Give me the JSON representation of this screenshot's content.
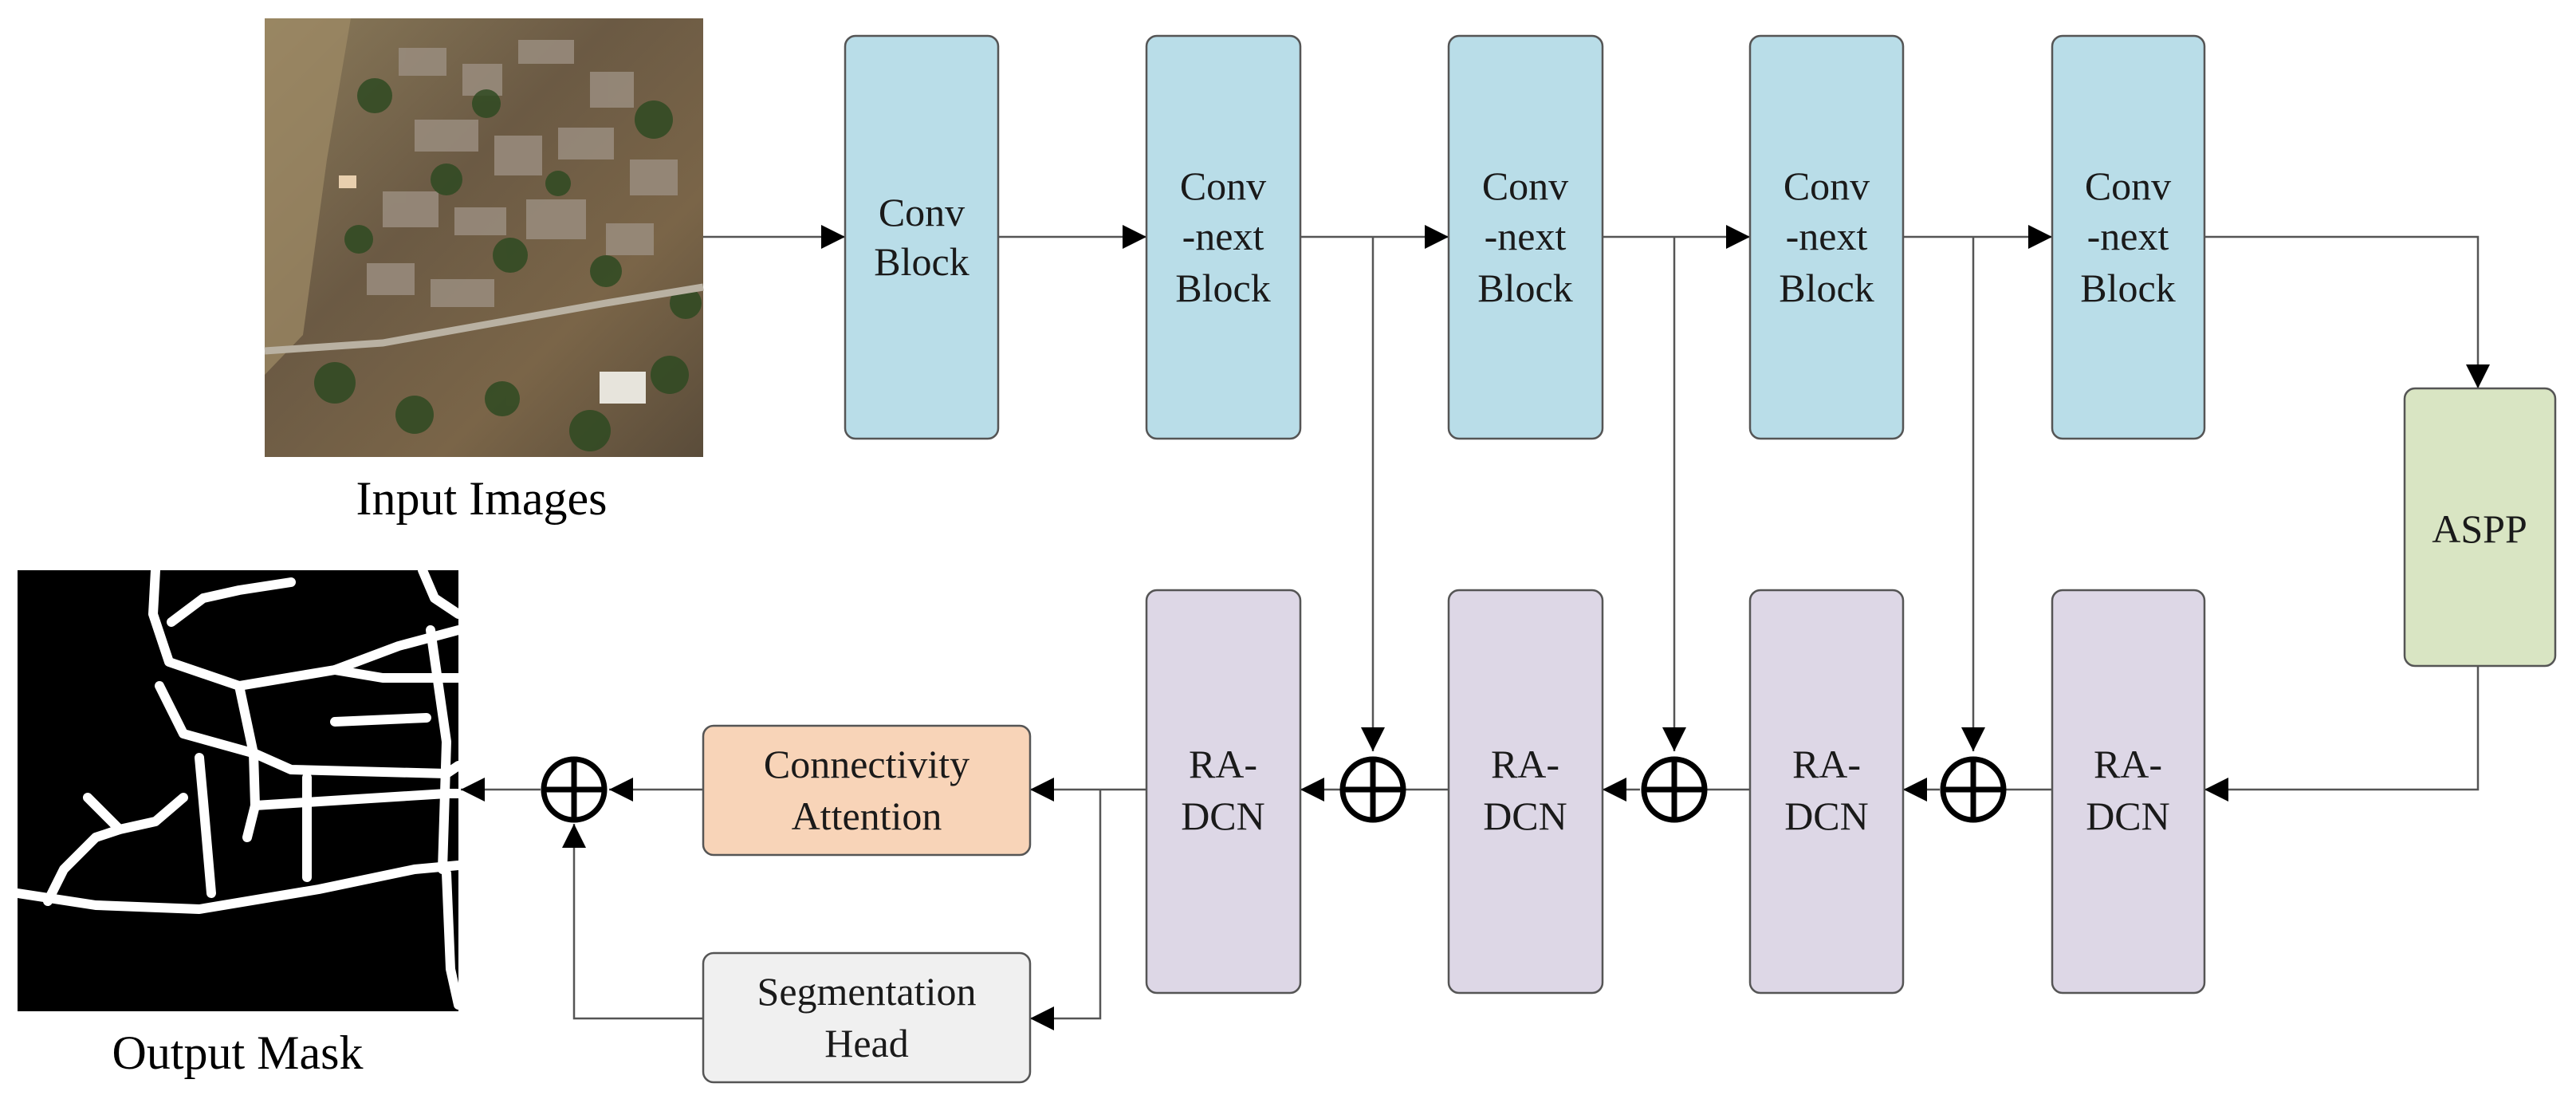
{
  "captions": {
    "input": "Input Images",
    "output": "Output Mask"
  },
  "encoder": {
    "conv_block": [
      "Conv",
      "Block"
    ],
    "convnext_block": [
      "Conv",
      "-next",
      "Block"
    ]
  },
  "aspp": "ASPP",
  "decoder": {
    "radcn": [
      "RA-",
      "DCN"
    ]
  },
  "connectivity_attention": [
    "Connectivity",
    "Attention"
  ],
  "segmentation_head": [
    "Segmentation",
    "Head"
  ],
  "colors": {
    "encoder_fill": "#b9dde8",
    "decoder_fill": "#ddd7e6",
    "aspp_fill": "#d9e5c3",
    "attention_fill": "#f8d4b8",
    "seg_head_fill": "#f0f0f0",
    "box_stroke": "#555555"
  },
  "icons": {
    "input_image": "satellite-image",
    "output_mask": "road-mask-image",
    "fusion": "circled-plus-icon",
    "arrow": "arrowhead-icon"
  }
}
